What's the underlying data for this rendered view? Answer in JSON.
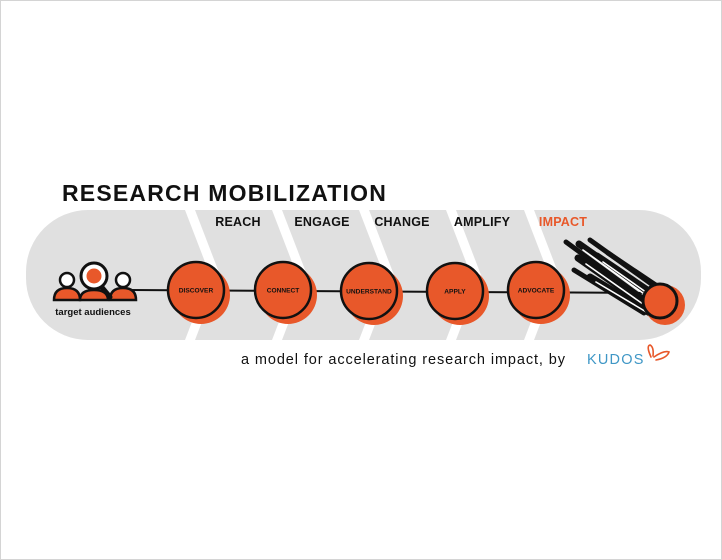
{
  "title": "RESEARCH MOBILIZATION",
  "audience_label": "target audiences",
  "stages": [
    {
      "label": "REACH",
      "node": "DISCOVER"
    },
    {
      "label": "ENGAGE",
      "node": "CONNECT"
    },
    {
      "label": "CHANGE",
      "node": "UNDERSTAND"
    },
    {
      "label": "AMPLIFY",
      "node": "APPLY"
    },
    {
      "label": "IMPACT",
      "node": "ADVOCATE"
    }
  ],
  "tagline": "a model for accelerating research impact, by",
  "brand": "KUDOS",
  "colors": {
    "accent": "#e8582a",
    "band": "#e0e0e0",
    "text": "#111111",
    "brand": "#3f97c6"
  },
  "icons": [
    "magnifier-people-icon",
    "comet-icon",
    "butterfly-icon"
  ]
}
